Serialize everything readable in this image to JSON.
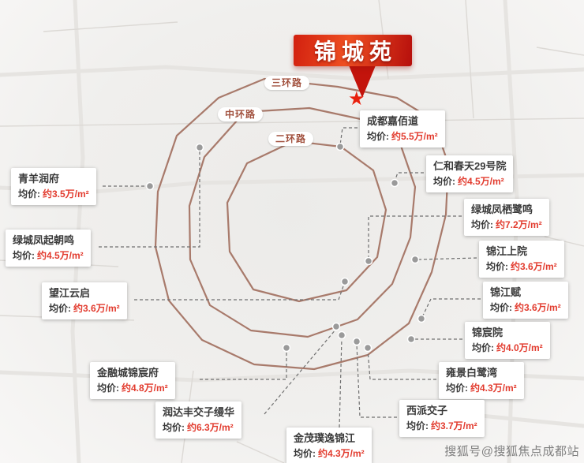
{
  "banner": {
    "title": "锦城苑"
  },
  "ring_labels": {
    "outer": "三环路",
    "middle": "中环路",
    "inner": "二环路"
  },
  "ui": {
    "price_prefix": "均价:"
  },
  "properties": [
    {
      "name": "成都嘉佰道",
      "price": "约5.5万/m²"
    },
    {
      "name": "仁和春天29号院",
      "price": "约4.5万/m²"
    },
    {
      "name": "绿城凤栖鹭鸣",
      "price": "约7.2万/m²"
    },
    {
      "name": "锦江上院",
      "price": "约3.6万/m²"
    },
    {
      "name": "锦江赋",
      "price": "约3.6万/m²"
    },
    {
      "name": "锦宸院",
      "price": "约4.0万/m²"
    },
    {
      "name": "雍景白鹭湾",
      "price": "约4.3万/m²"
    },
    {
      "name": "西派交子",
      "price": "约3.7万/m²"
    },
    {
      "name": "金茂璞逸锦江",
      "price": "约4.3万/m²"
    },
    {
      "name": "润达丰交子缦华",
      "price": "约6.3万/m²"
    },
    {
      "name": "金融城锦宸府",
      "price": "约4.8万/m²"
    },
    {
      "name": "望江云启",
      "price": "约3.6万/m²"
    },
    {
      "name": "绿城凤起朝鸣",
      "price": "约4.5万/m²"
    },
    {
      "name": "青羊润府",
      "price": "约3.5万/m²"
    }
  ],
  "watermark": "搜狐号@搜狐焦点成都站",
  "colors": {
    "banner_red": "#c3140c",
    "price_red": "#e23b2e",
    "ring_road_brown": "#a87a6b",
    "marker_gray": "#9a9a9a",
    "map_bg": "#f0efed"
  }
}
